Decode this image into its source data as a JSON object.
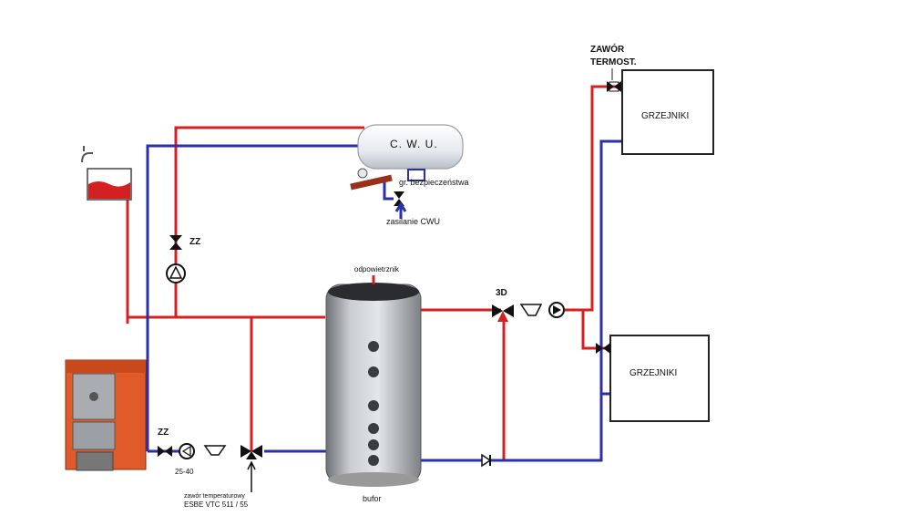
{
  "labels": {
    "zawor_termost": [
      "ZAWÓR",
      "TERMOST."
    ],
    "grzejniki_top": "GRZEJNIKI",
    "grzejniki_bottom": "GRZEJNIKI",
    "cwu": "C. W. U.",
    "gr_bezpieczenstwa": "gr. bezpieczeństwa",
    "zasilanie_cwu": "zasilanie CWU",
    "zz_top": "ZZ",
    "zz_bottom": "ZZ",
    "odpowietrznik": "odpowietrznik",
    "three_d": "3D",
    "pump_model": "25-40",
    "zawor_temp": [
      "zawór temperaturowy",
      "ESBE  VTC 511 / 55"
    ],
    "bufor": "bufor"
  },
  "colors": {
    "supply": "#d42020",
    "return": "#2b2fa8",
    "boiler": "#e05a2a",
    "tank": "#b8bcc0"
  }
}
